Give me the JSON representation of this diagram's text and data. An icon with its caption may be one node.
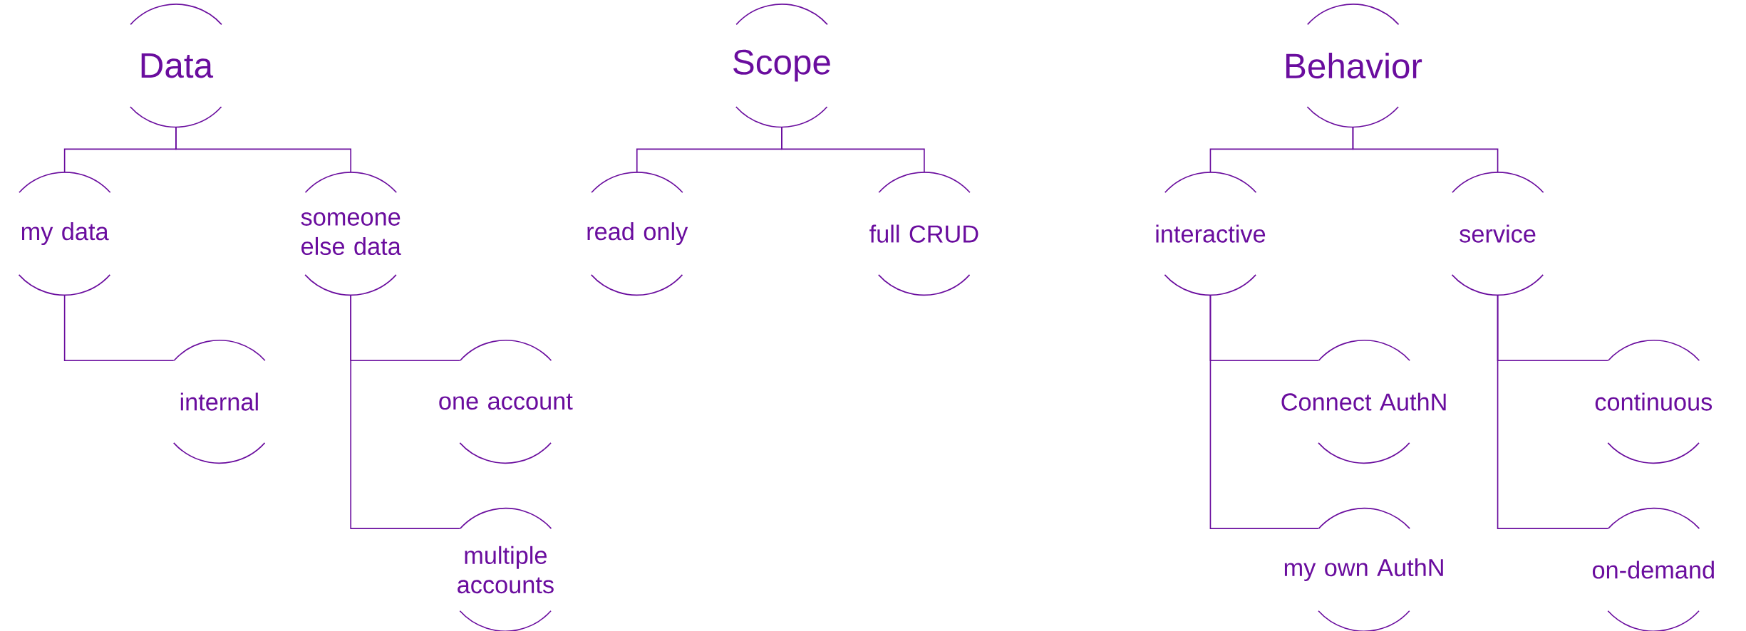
{
  "diagram": {
    "nodes": [
      {
        "text": [
          "Data"
        ]
      },
      {
        "text": [
          "my data"
        ]
      },
      {
        "text": [
          "someone else data"
        ]
      },
      {
        "text": [
          "internal"
        ]
      },
      {
        "text": [
          "one account"
        ]
      },
      {
        "text": [
          "multiple accounts"
        ]
      },
      {
        "text": [
          "Scope"
        ]
      },
      {
        "text": [
          "read only"
        ]
      },
      {
        "text": [
          "full CRUD"
        ]
      },
      {
        "text": [
          "Behavior"
        ]
      },
      {
        "text": [
          "interactive"
        ]
      },
      {
        "text": [
          "service"
        ]
      },
      {
        "text": [
          "Connect AuthN"
        ]
      },
      {
        "text": [
          "my own AuthN"
        ]
      },
      {
        "text": [
          "continuous"
        ]
      },
      {
        "text": [
          "on-demand"
        ]
      }
    ],
    "edges": [
      {
        "from": 0,
        "to": 1,
        "arrow": "none"
      },
      {
        "from": 0,
        "to": 2,
        "arrow": "none"
      },
      {
        "from": 1,
        "to": 3,
        "arrow": "none"
      },
      {
        "from": 2,
        "to": 4,
        "arrow": "none"
      },
      {
        "from": 2,
        "to": 5,
        "arrow": "none"
      },
      {
        "from": 6,
        "to": 7,
        "arrow": "none"
      },
      {
        "from": 6,
        "to": 8,
        "arrow": "none"
      },
      {
        "from": 9,
        "to": 10,
        "arrow": "none"
      },
      {
        "from": 9,
        "to": 11,
        "arrow": "none"
      },
      {
        "from": 10,
        "to": 12,
        "arrow": "none"
      },
      {
        "from": 10,
        "to": 13,
        "arrow": "none"
      },
      {
        "from": 11,
        "to": 14,
        "arrow": "none"
      },
      {
        "from": 11,
        "to": 15,
        "arrow": "none"
      }
    ]
  }
}
